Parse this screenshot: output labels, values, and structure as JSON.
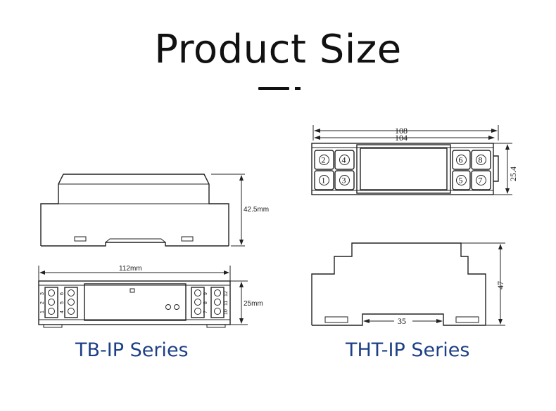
{
  "title": "Product Size",
  "series": {
    "left": "TB-IP Series",
    "right": "THT-IP Series"
  },
  "tb_ip": {
    "height_label": "42.5mm",
    "length_label": "112mm",
    "depth_label": "25mm",
    "terminals_left_a": [
      "3",
      "2",
      "1"
    ],
    "terminals_left_b": [
      "6",
      "5",
      "4"
    ],
    "terminals_right_a": [
      "9",
      "8",
      "7"
    ],
    "terminals_right_b": [
      "12",
      "11",
      "10"
    ]
  },
  "tht_ip": {
    "outer_length_label": "108",
    "inner_length_label": "104",
    "depth_label": "25.4",
    "height_label": "47",
    "rail_label": "35",
    "terminals": [
      "2",
      "4",
      "1",
      "3",
      "6",
      "8",
      "5",
      "7"
    ]
  }
}
